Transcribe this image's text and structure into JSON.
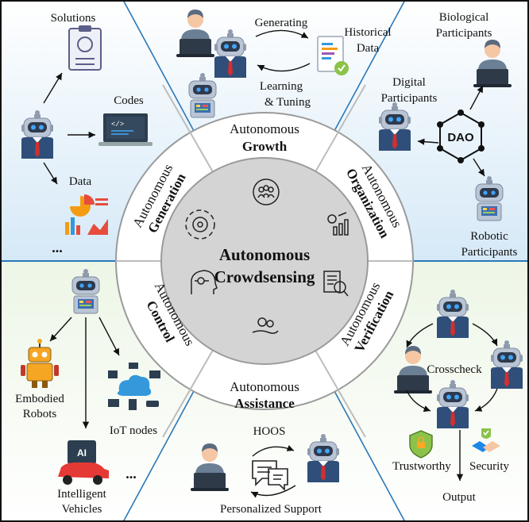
{
  "center": {
    "line1": "Autonomous",
    "line2": "Crowdsensing"
  },
  "ring": {
    "growth": {
      "top": "Autonomous",
      "bold": "Growth"
    },
    "generation": {
      "top": "Autonomous",
      "bold": "Generation"
    },
    "organization": {
      "top": "Autonomous",
      "bold": "Organization"
    },
    "control": {
      "top": "Autonomous",
      "bold": "Control"
    },
    "verification": {
      "top": "Autonomous",
      "bold": "Verification"
    },
    "assistance": {
      "top": "Autonomous",
      "bold": "Assistance"
    }
  },
  "generation_panel": {
    "solutions": "Solutions",
    "codes": "Codes",
    "data": "Data",
    "ellipsis": "..."
  },
  "growth_panel": {
    "generating": "Generating",
    "historical_1": "Historical",
    "historical_2": "Data",
    "learning_1": "Learning",
    "learning_2": "& Tuning"
  },
  "organization_panel": {
    "bio_1": "Biological",
    "bio_2": "Participants",
    "digital_1": "Digital",
    "digital_2": "Participants",
    "dao": "DAO",
    "robotic_1": "Robotic",
    "robotic_2": "Participants"
  },
  "control_panel": {
    "embodied_1": "Embodied",
    "embodied_2": "Robots",
    "iot": "IoT nodes",
    "vehicles_1": "Intelligent",
    "vehicles_2": "Vehicles",
    "ellipsis": "...",
    "chip": "AI"
  },
  "assistance_panel": {
    "hoos": "HOOS",
    "support": "Personalized Support"
  },
  "verification_panel": {
    "crosscheck": "Crosscheck",
    "trustworthy": "Trustworthy",
    "security": "Security",
    "output": "Output"
  },
  "colors": {
    "upper_bg": "#d9ebf7",
    "lower_bg": "#e6f3db",
    "ring": "#ffffff",
    "center": "#d4d4d4",
    "divider": "#2a78b8",
    "robot": "#b9c4d4",
    "suit": "#2f4f7a",
    "tie": "#d32f2f",
    "eye": "#42a5f5"
  }
}
